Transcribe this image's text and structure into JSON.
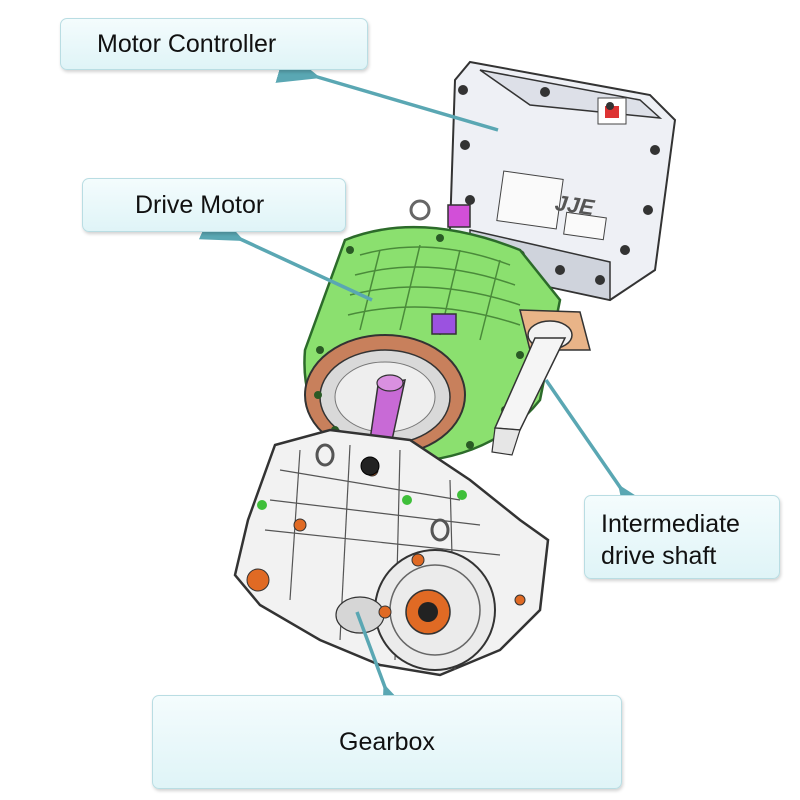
{
  "labels": {
    "motor_controller": "Motor Controller",
    "drive_motor": "Drive Motor",
    "intermediate_shaft_line1": "Intermediate",
    "intermediate_shaft_line2": "drive shaft",
    "gearbox": "Gearbox"
  },
  "colors": {
    "callout_fill": "#e8f7f9",
    "callout_border": "#b9dde3",
    "leader_arrow": "#5aa7b3",
    "motor_housing": "#8be06f",
    "controller_body": "#eef0f5",
    "gearbox_body": "#f2f2f2",
    "flange_copper": "#c8805c",
    "shaft_magenta": "#c86ad6",
    "orange_fittings": "#e06a24"
  }
}
